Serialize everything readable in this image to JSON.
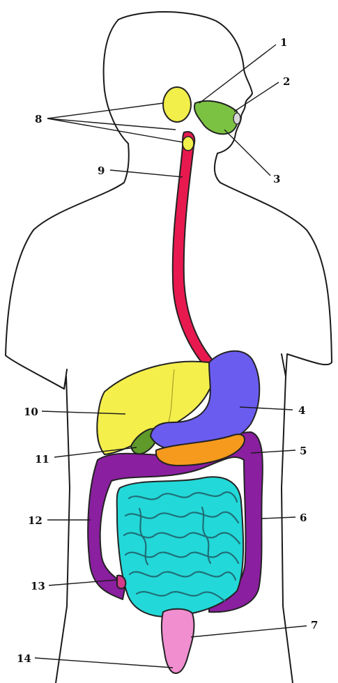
{
  "labels": {
    "l1": "1",
    "l2": "2",
    "l3": "3",
    "l4": "4",
    "l5": "5",
    "l6": "6",
    "l7": "7",
    "l8": "8",
    "l9": "9",
    "l10": "10",
    "l11": "11",
    "l12": "12",
    "l13": "13",
    "l14": "14"
  },
  "colors": {
    "salivary_gland": "#f2ee4a",
    "mouth_tongue": "#7cc242",
    "esophagus": "#e8194f",
    "liver": "#f4ef4b",
    "gallbladder": "#5f9a2a",
    "stomach": "#6b5cf0",
    "pancreas": "#f59a1c",
    "large_intestine": "#8a1fa0",
    "small_intestine": "#23d8d8",
    "rectum": "#f08ed0",
    "appendix": "#d23a8a"
  }
}
